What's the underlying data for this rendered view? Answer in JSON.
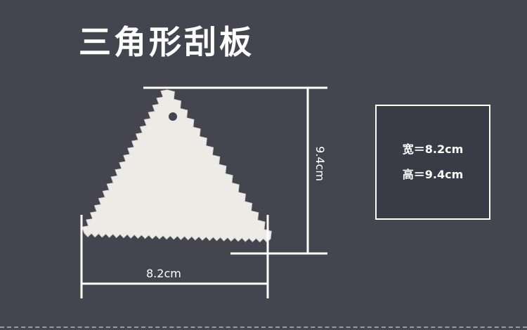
{
  "title": "三角形刮板",
  "dimensions": {
    "width_label": "8.2cm",
    "height_label": "9.4cm"
  },
  "info_box": {
    "width_text": "宽＝8.2cm",
    "height_text": "高＝9.4cm"
  },
  "colors": {
    "background": "#45454f",
    "scraper": "#ecebe6",
    "line": "#ffffff"
  }
}
